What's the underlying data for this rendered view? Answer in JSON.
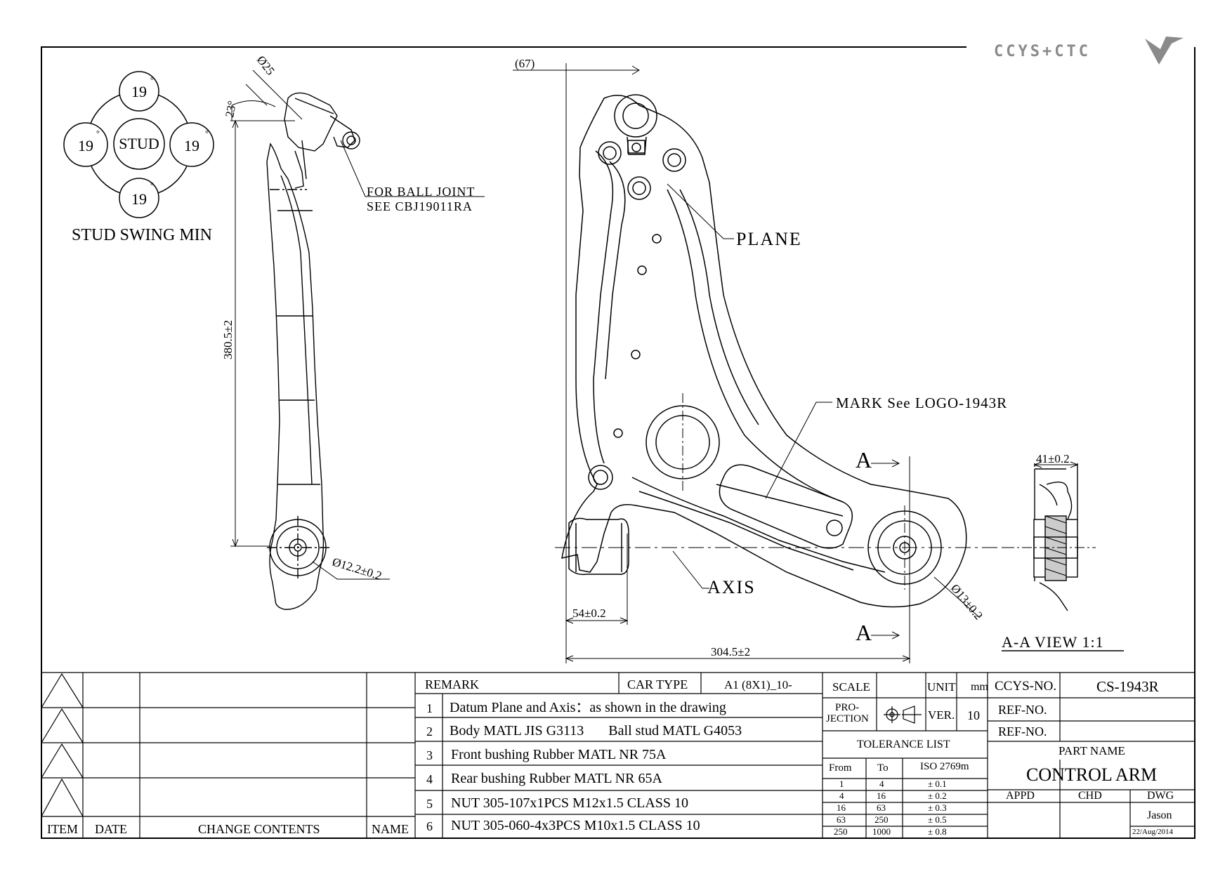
{
  "brand": {
    "logo_text": "CCYS+CTC"
  },
  "stud_swing": {
    "top": "19",
    "left": "19",
    "right": "19",
    "bottom": "19",
    "center": "STUD",
    "deg_mark": "°",
    "caption": "STUD SWING MIN"
  },
  "side_view": {
    "dim_phi25": "Ø25",
    "dim_23deg": "23°",
    "note_line1": "FOR BALL JOINT",
    "note_line2": "SEE CBJ19011RA",
    "dim_height": "380.5±2",
    "dim_hole": "Ø12.2±0.2"
  },
  "main_view": {
    "dim_67": "(67)",
    "label_plane": "PLANE",
    "label_mark": "MARK See LOGO-1943R",
    "section_a_top": "A",
    "section_a_bottom": "A",
    "label_axis": "AXIS",
    "dim_54": "54±0.2",
    "dim_304": "304.5±2",
    "dim_phi13": "Ø13±0.2"
  },
  "section_view": {
    "dim_41": "41±0.2",
    "caption": "A-A VIEW 1:1"
  },
  "revision_table": {
    "headers": {
      "item": "ITEM",
      "date": "DATE",
      "contents": "CHANGE CONTENTS",
      "name": "NAME"
    }
  },
  "remarks": {
    "header": "REMARK",
    "car_type_label": "CAR TYPE",
    "car_type_value": "A1 (8X1)_10-",
    "items": [
      {
        "no": "1",
        "text": "Datum Plane and Axis：as shown in the drawing"
      },
      {
        "no": "2",
        "text": "Body MATL JIS G3113       Ball stud MATL G4053"
      },
      {
        "no": "3",
        "text": "Front bushing Rubber MATL NR 75A"
      },
      {
        "no": "4",
        "text": "Rear bushing Rubber MATL NR 65A"
      },
      {
        "no": "5",
        "text": "NUT 305-107x1PCS M12x1.5 CLASS 10"
      },
      {
        "no": "6",
        "text": "NUT 305-060-4x3PCS M10x1.5 CLASS 10"
      }
    ]
  },
  "spec": {
    "scale_label": "SCALE",
    "scale_value": "",
    "unit_label": "UNIT",
    "unit_value": "mm",
    "projection_label_1": "PRO-",
    "projection_label_2": "JECTION",
    "ver_label": "VER.",
    "ver_value": "10",
    "tolerance_title": "TOLERANCE LIST",
    "tol_headers": {
      "from": "From",
      "to": "To",
      "iso": "ISO 2769m"
    },
    "tolerances": [
      {
        "from": "1",
        "to": "4",
        "tol": "± 0.1"
      },
      {
        "from": "4",
        "to": "16",
        "tol": "± 0.2"
      },
      {
        "from": "16",
        "to": "63",
        "tol": "± 0.3"
      },
      {
        "from": "63",
        "to": "250",
        "tol": "± 0.5"
      },
      {
        "from": "250",
        "to": "1000",
        "tol": "± 0.8"
      }
    ]
  },
  "title_block": {
    "ccys_no_label": "CCYS-NO.",
    "ccys_no_value": "CS-1943R",
    "ref_no_label_1": "REF-NO.",
    "ref_no_value_1": "",
    "ref_no_label_2": "REF-NO.",
    "ref_no_value_2": "",
    "part_name_label": "PART NAME",
    "part_name_value": "CONTROL ARM",
    "appd_label": "APPD",
    "chd_label": "CHD",
    "dwg_label": "DWG",
    "dwg_name": "Jason",
    "dwg_date": "22/Aug/2014"
  }
}
